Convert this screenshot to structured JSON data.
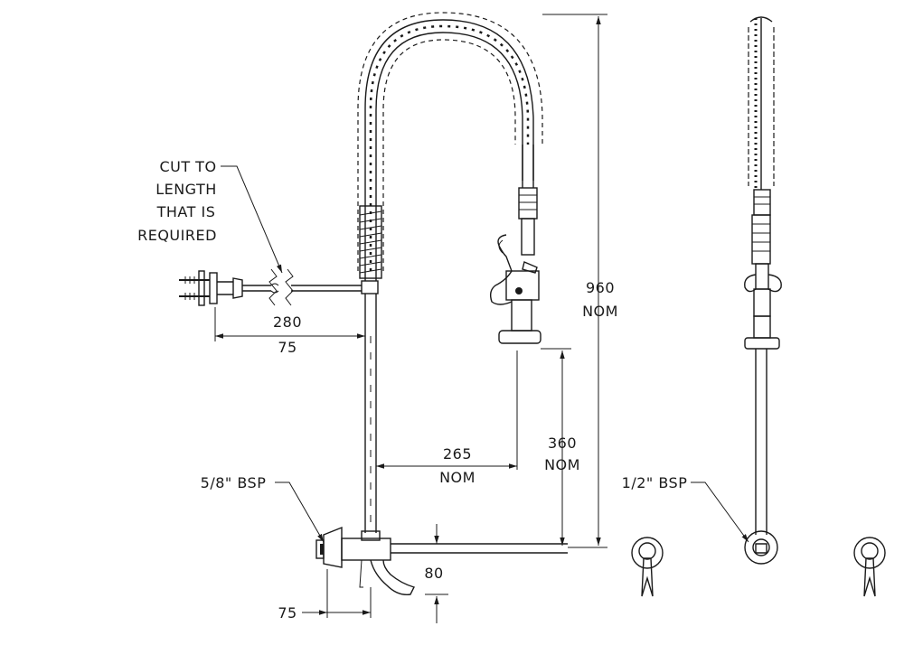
{
  "annotations": {
    "cut_to_length": [
      "CUT TO",
      "LENGTH",
      "THAT IS",
      "REQUIRED"
    ],
    "bsp_inlet": "5/8\" BSP",
    "bsp_side": "1/2\" BSP"
  },
  "dimensions": {
    "d280": "280",
    "d75_top": "75",
    "d960": "960",
    "d960_nom": "NOM",
    "d360": "360",
    "d360_nom": "NOM",
    "d265": "265",
    "d265_nom": "NOM",
    "d80": "80",
    "d75_bottom": "75"
  }
}
